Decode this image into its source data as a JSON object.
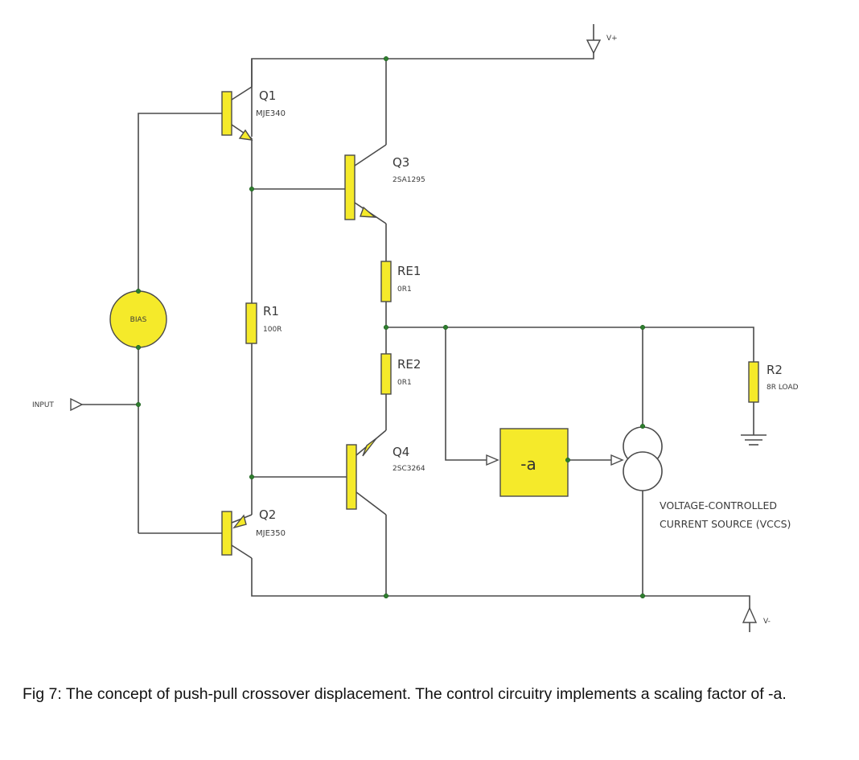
{
  "labels": {
    "vplus": "V+",
    "vminus": "V-",
    "input": "INPUT",
    "bias": "BIAS",
    "q1": {
      "name": "Q1",
      "part": "MJE340"
    },
    "q2": {
      "name": "Q2",
      "part": "MJE350"
    },
    "q3": {
      "name": "Q3",
      "part": "2SA1295"
    },
    "q4": {
      "name": "Q4",
      "part": "2SC3264"
    },
    "r1": {
      "name": "R1",
      "value": "100R"
    },
    "re1": {
      "name": "RE1",
      "value": "0R1"
    },
    "re2": {
      "name": "RE2",
      "value": "0R1"
    },
    "r2": {
      "name": "R2",
      "value": "8R LOAD"
    },
    "gain_block": "-a",
    "vccs_line1": "VOLTAGE-CONTROLLED",
    "vccs_line2": "CURRENT SOURCE (VCCS)"
  },
  "caption": "Fig 7: The concept of push-pull crossover displacement. The control circuitry implements a scaling factor of -a.",
  "colors": {
    "component_fill": "#f5ea2a",
    "wire": "#4a4a4a",
    "junction": "#2f7d2f"
  }
}
